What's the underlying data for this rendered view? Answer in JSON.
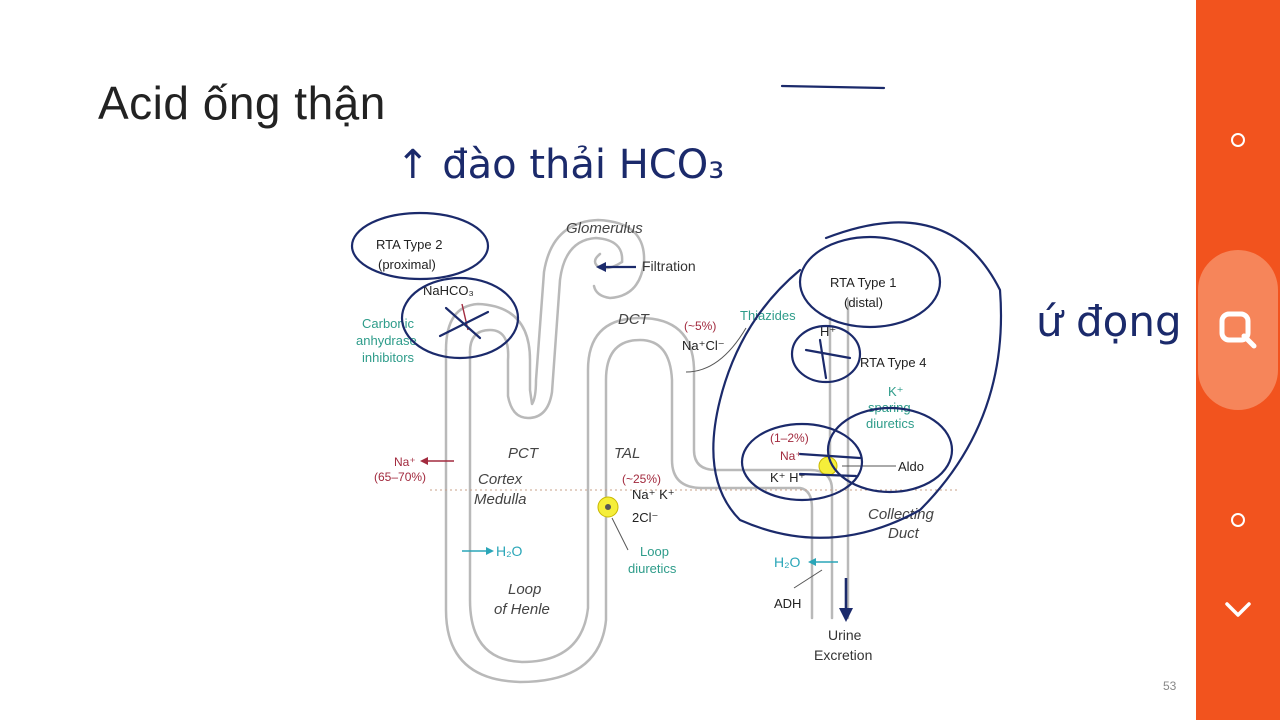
{
  "slide": {
    "title": "Acid ống thận",
    "page_number": "53"
  },
  "diagram": {
    "labels": {
      "glomerulus": "Glomerulus",
      "filtration": "Filtration",
      "rta2_line1": "RTA Type 2",
      "rta2_line2": "(proximal)",
      "nahco3": "NaHCO₃",
      "carbonic1": "Carbonic",
      "carbonic2": "anhydrase",
      "carbonic3": "inhibitors",
      "dct": "DCT",
      "pct": "PCT",
      "tal": "TAL",
      "cortex": "Cortex",
      "medulla": "Medulla",
      "na_left1": "Na⁺",
      "na_left2": "(65–70%)",
      "h2o_left": "H₂O",
      "tal_pct": "(~25%)",
      "tal_na_k": "Na⁺ K⁺",
      "tal_cl": "2Cl⁻",
      "loop_diuretics1": "Loop",
      "loop_diuretics2": "diuretics",
      "loop_henle1": "Loop",
      "loop_henle2": "of Henle",
      "dct_pct": "(~5%)",
      "dct_nacl": "Na⁺Cl⁻",
      "thiazides": "Thiazides",
      "rta1_line1": "RTA Type 1",
      "rta1_line2": "(distal)",
      "h_plus": "H⁺",
      "rta4": "RTA Type 4",
      "k_sparing1": "K⁺",
      "k_sparing2": "sparing",
      "k_sparing3": "diuretics",
      "cd_pct": "(1–2%)",
      "cd_na": "Na⁺",
      "cd_kh": "K⁺ H⁺",
      "aldo": "Aldo",
      "collecting1": "Collecting",
      "collecting2": "Duct",
      "h2o_right": "H₂O",
      "adh": "ADH",
      "urine1": "Urine",
      "urine2": "Excretion"
    },
    "handwritten": {
      "top_note": "↑ đào thải HCO₃",
      "right_note": "ứ đọng"
    }
  },
  "sidebar": {
    "buttons": [
      {
        "icon": "circle-icon"
      },
      {
        "icon": "search-icon"
      },
      {
        "icon": "circle-icon"
      },
      {
        "icon": "chevron-down-icon"
      }
    ]
  },
  "colors": {
    "sidebar": "#f2531e",
    "sidebar_active": "#f6855a",
    "ink": "#1b2a6b",
    "red_label": "#a22a3e",
    "teal_label": "#2e9c8a"
  }
}
